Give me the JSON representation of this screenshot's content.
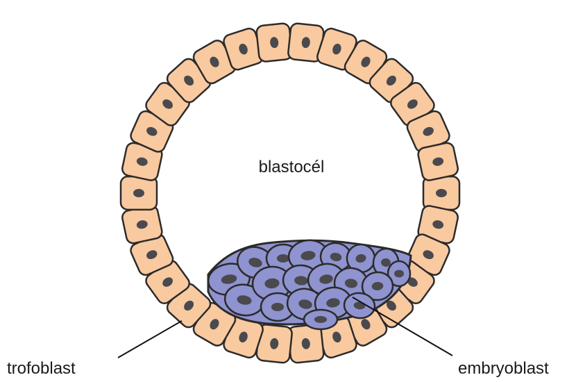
{
  "labels": {
    "cavity": "blastocél",
    "outer_layer": "trofoblast",
    "inner_mass": "embryoblast"
  },
  "colors": {
    "trophoblast_fill": "#f9c9a0",
    "embryoblast_fill": "#8f93cf",
    "nucleus": "#4a4a4e",
    "outline": "#2b2b2b",
    "background": "#ffffff"
  }
}
